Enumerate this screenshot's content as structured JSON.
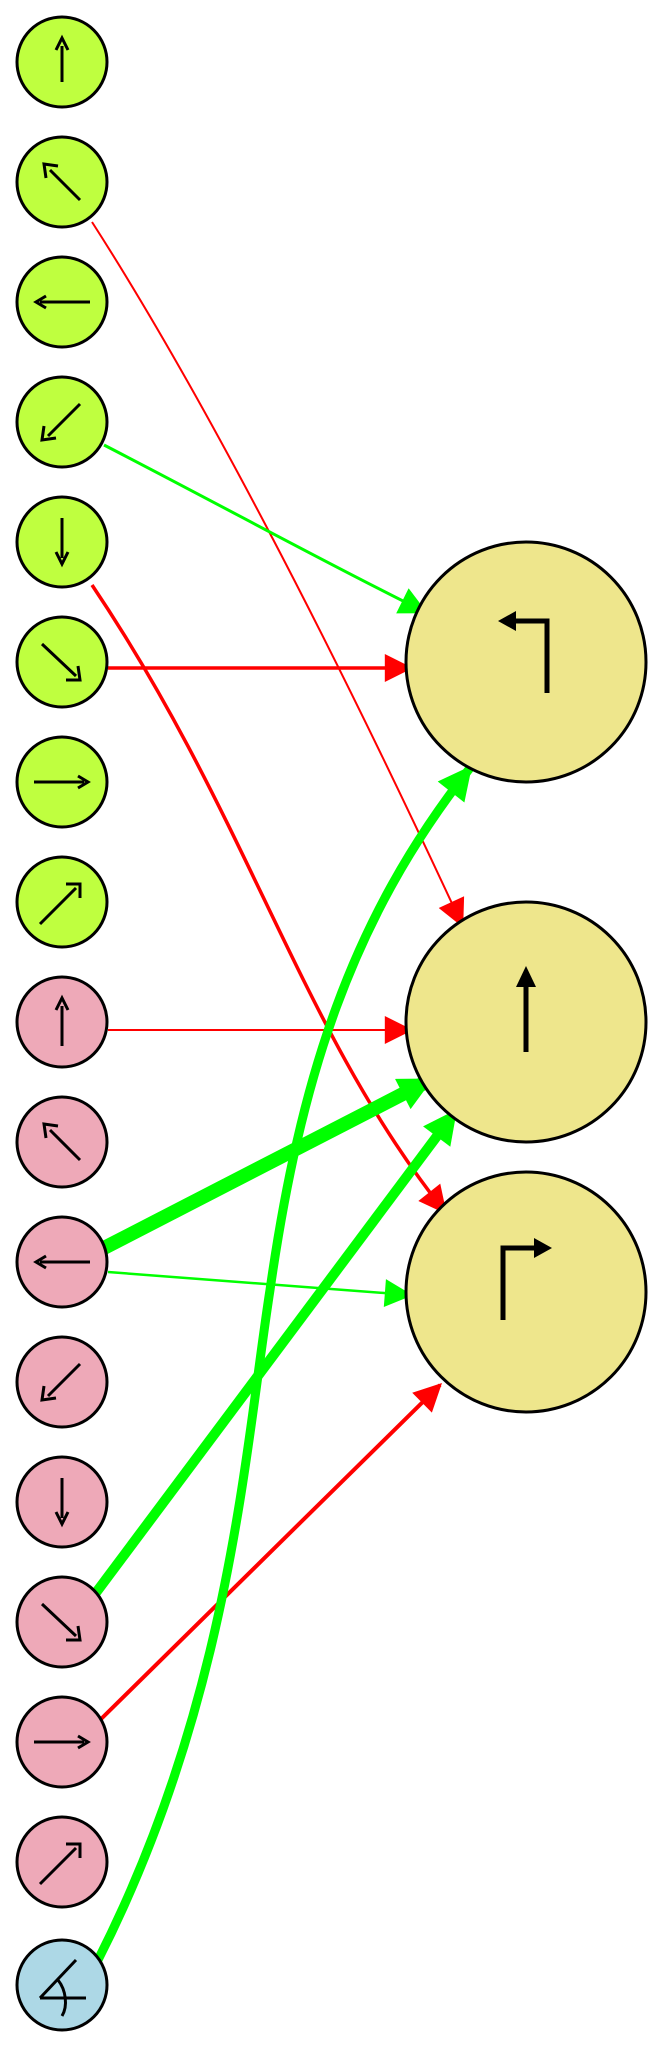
{
  "colors": {
    "green_node": "#bfff3f",
    "pink_node": "#eea9b8",
    "blue_node": "#add8e6",
    "target_node": "#eee68c",
    "edge_positive": "#00ff00",
    "edge_negative": "#ff0000"
  },
  "source_nodes": [
    {
      "id": "g-up",
      "group": "green",
      "icon": "arrow-up-icon"
    },
    {
      "id": "g-up-left",
      "group": "green",
      "icon": "arrow-up-left-icon"
    },
    {
      "id": "g-left",
      "group": "green",
      "icon": "arrow-left-icon"
    },
    {
      "id": "g-down-left",
      "group": "green",
      "icon": "arrow-down-left-icon"
    },
    {
      "id": "g-down",
      "group": "green",
      "icon": "arrow-down-icon"
    },
    {
      "id": "g-down-right",
      "group": "green",
      "icon": "arrow-down-right-icon"
    },
    {
      "id": "g-right",
      "group": "green",
      "icon": "arrow-right-icon"
    },
    {
      "id": "g-up-right",
      "group": "green",
      "icon": "arrow-up-right-icon"
    },
    {
      "id": "p-up",
      "group": "pink",
      "icon": "arrow-up-icon"
    },
    {
      "id": "p-up-left",
      "group": "pink",
      "icon": "arrow-up-left-icon"
    },
    {
      "id": "p-left",
      "group": "pink",
      "icon": "arrow-left-icon"
    },
    {
      "id": "p-down-left",
      "group": "pink",
      "icon": "arrow-down-left-icon"
    },
    {
      "id": "p-down",
      "group": "pink",
      "icon": "arrow-down-icon"
    },
    {
      "id": "p-down-right",
      "group": "pink",
      "icon": "arrow-down-right-icon"
    },
    {
      "id": "p-right",
      "group": "pink",
      "icon": "arrow-right-icon"
    },
    {
      "id": "p-up-right",
      "group": "pink",
      "icon": "arrow-up-right-icon"
    },
    {
      "id": "b-angle",
      "group": "blue",
      "icon": "angle-icon"
    }
  ],
  "target_nodes": [
    {
      "id": "t-turn-left",
      "icon": "turn-left-icon"
    },
    {
      "id": "t-straight",
      "icon": "straight-up-icon"
    },
    {
      "id": "t-turn-right",
      "icon": "turn-right-icon"
    }
  ],
  "edges": [
    {
      "from": "g-up-left",
      "to": "t-straight",
      "sign": "negative",
      "weight": 1
    },
    {
      "from": "g-down-left",
      "to": "t-turn-left",
      "sign": "positive",
      "weight": 1
    },
    {
      "from": "g-down-right",
      "to": "t-turn-left",
      "sign": "negative",
      "weight": 1.5
    },
    {
      "from": "g-down",
      "to": "t-turn-right",
      "sign": "negative",
      "weight": 1.5
    },
    {
      "from": "p-up",
      "to": "t-straight",
      "sign": "negative",
      "weight": 1
    },
    {
      "from": "p-left",
      "to": "t-straight",
      "sign": "positive",
      "weight": 5
    },
    {
      "from": "p-left",
      "to": "t-turn-right",
      "sign": "positive",
      "weight": 1
    },
    {
      "from": "p-down-right",
      "to": "t-straight",
      "sign": "positive",
      "weight": 3.5
    },
    {
      "from": "p-right",
      "to": "t-turn-right",
      "sign": "negative",
      "weight": 1.5
    },
    {
      "from": "b-angle",
      "to": "t-turn-left",
      "sign": "positive",
      "weight": 3
    }
  ]
}
